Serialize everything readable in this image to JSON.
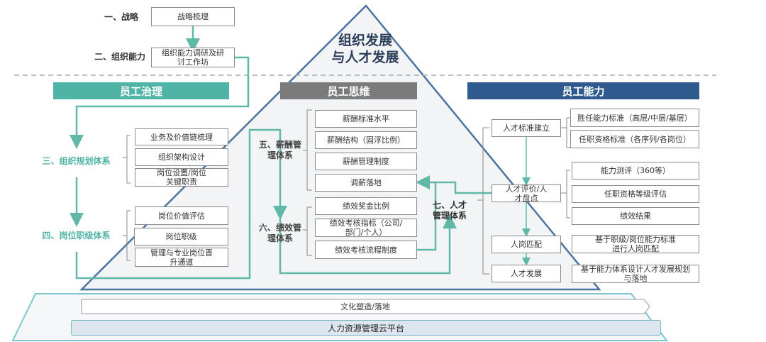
{
  "title": "组织发展与人才发展",
  "title_lines": [
    "组织发展",
    "与人才发展"
  ],
  "top": {
    "step1_label": "一、战略",
    "step1_box": "战略梳理",
    "step2_label": "二、组织能力",
    "step2_box": "组织能力调研及研讨工作坊"
  },
  "sections": {
    "governance": {
      "header": "员工治理",
      "color": "#4fb3a5",
      "group3": {
        "label": "三、组织规划体系",
        "items": [
          "业务及价值链梳理",
          "组织架构设计",
          "岗位设置/岗位关键职责"
        ]
      },
      "group4": {
        "label": "四、岗位职级体系",
        "items": [
          "岗位价值评估",
          "岗位职级",
          "管理与专业岗位晋升通道"
        ]
      }
    },
    "mindset": {
      "header": "员工思维",
      "color": "#7b7b7b",
      "group5": {
        "label": "五、薪酬管理体系",
        "items": [
          "薪酬标准水平",
          "薪酬结构（固浮比例）",
          "薪酬管理制度",
          "调薪落地"
        ]
      },
      "group6": {
        "label": "六、绩效管理体系",
        "items": [
          "绩效奖金比例",
          "绩效考核指标（公司/部门/个人）",
          "绩效考核流程制度"
        ]
      }
    },
    "capability": {
      "header": "员工能力",
      "color": "#2e5a8e",
      "group7": {
        "label": "七、人才管理体系",
        "stages": [
          "人才标准建立",
          "人才评价/人才盘点",
          "人岗匹配",
          "人才发展"
        ],
        "details": [
          "胜任能力标准（高层/中层/基层）",
          "任职资格标准（各序列/各岗位）",
          "能力测评（360等）",
          "任职资格等级评估",
          "绩效结果",
          "基于职级/岗位能力标准进行人岗匹配",
          "基于能力体系设计人才发展规划与落地"
        ]
      }
    }
  },
  "base": {
    "culture": "文化塑造/落地",
    "platform": "人力资源管理云平台"
  }
}
